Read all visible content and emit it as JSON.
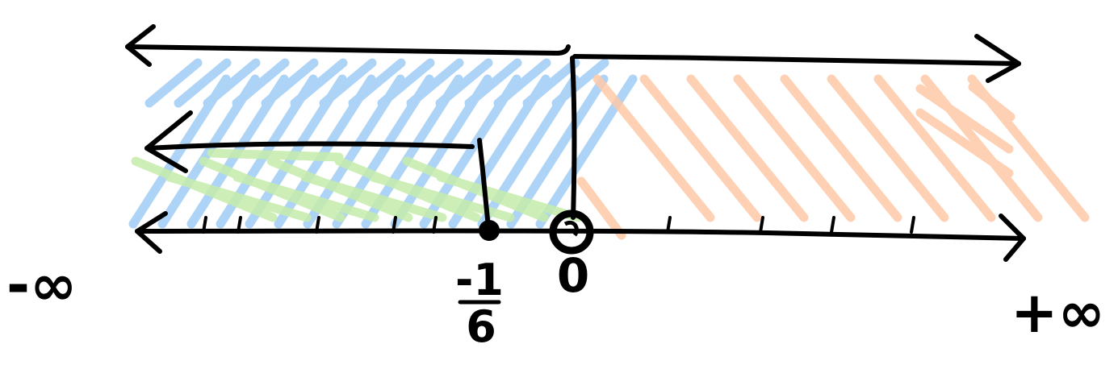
{
  "number_line": {
    "left_end_label": "-∞",
    "right_end_label": "+∞",
    "points": [
      {
        "name": "minus-one-sixth",
        "value": -0.1667,
        "label_numerator": "-1",
        "label_denominator": "6",
        "marker": "closed"
      },
      {
        "name": "zero",
        "value": 0,
        "label": "0",
        "marker": "open"
      }
    ]
  },
  "regions": [
    {
      "name": "left-of-zero",
      "from": "-∞",
      "to": "0",
      "color": "#9fcdf5"
    },
    {
      "name": "left-of-minus-one-sixth",
      "from": "-∞",
      "to": "-1/6",
      "color": "#c6ecac"
    },
    {
      "name": "right-of-zero",
      "from": "0",
      "to": "+∞",
      "color": "#ffc9a8"
    }
  ],
  "colors": {
    "ink": "#000000",
    "blue_hatch": "#9fcdf5",
    "green_hatch": "#c6ecac",
    "orange_hatch": "#ffc9a8"
  }
}
